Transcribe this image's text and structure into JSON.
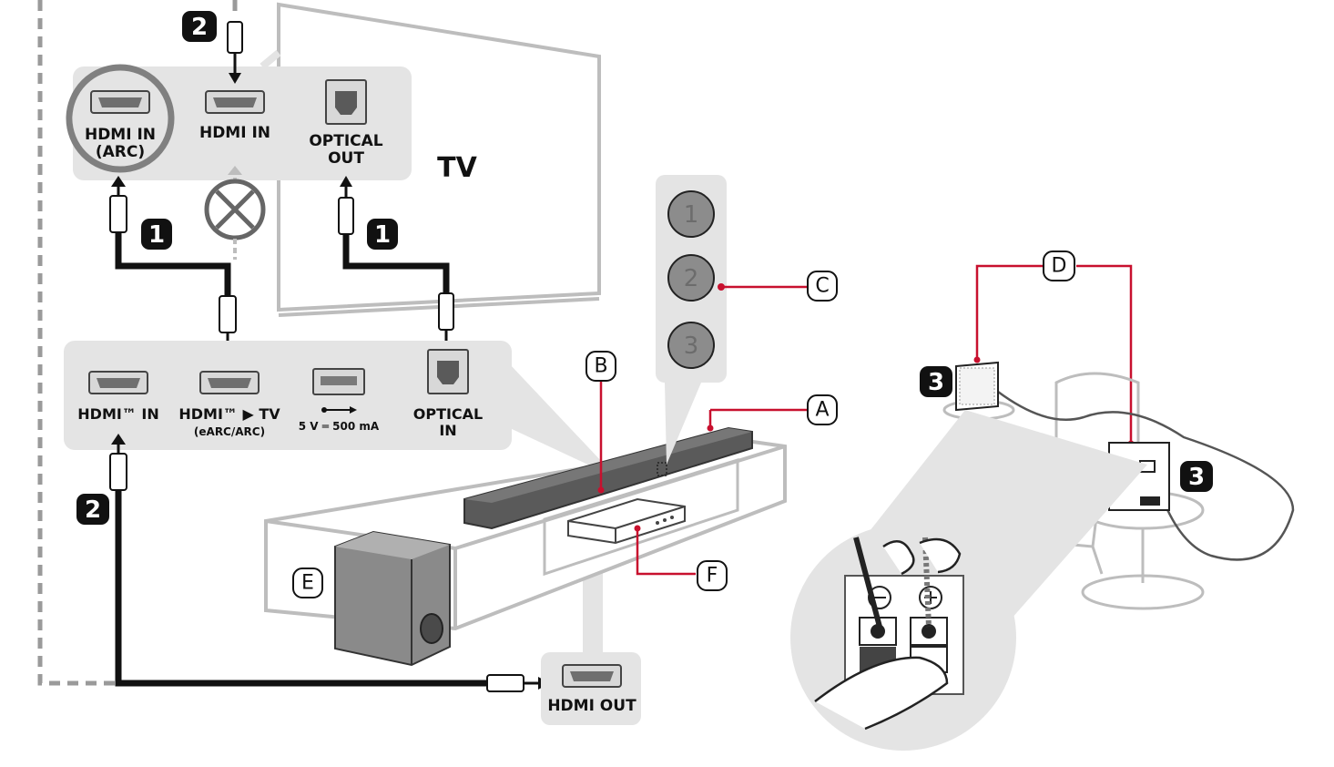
{
  "tv_panel": {
    "hdmi_arc_line1": "HDMI IN",
    "hdmi_arc_line2": "(ARC)",
    "hdmi_in": "HDMI IN",
    "optical_out_line1": "OPTICAL",
    "optical_out_line2": "OUT",
    "tv_label": "TV"
  },
  "soundbar_panel": {
    "hdmi_in": "HDMI™ IN",
    "hdmi_tv": "HDMI™ ▶ TV",
    "hdmi_tv_sub": "(eARC/ARC)",
    "usb_rating": "5 V ═ 500 mA",
    "optical_in_line1": "OPTICAL",
    "optical_in_line2": "IN"
  },
  "source_device": {
    "hdmi_out": "HDMI OUT"
  },
  "steps": {
    "one": "1",
    "two": "2",
    "three": "3"
  },
  "remote_buttons": [
    "1",
    "2",
    "3"
  ],
  "callouts": {
    "a": "A",
    "b": "B",
    "c": "C",
    "d": "D",
    "e": "E",
    "f": "F"
  },
  "colors": {
    "accent": "#c8102e",
    "panel": "#e4e4e4",
    "dark": "#111111"
  },
  "icons": [
    "hdmi-port-icon",
    "optical-port-icon",
    "usb-port-icon",
    "cable-plug-icon",
    "not-allowed-icon",
    "arrow-icon"
  ]
}
